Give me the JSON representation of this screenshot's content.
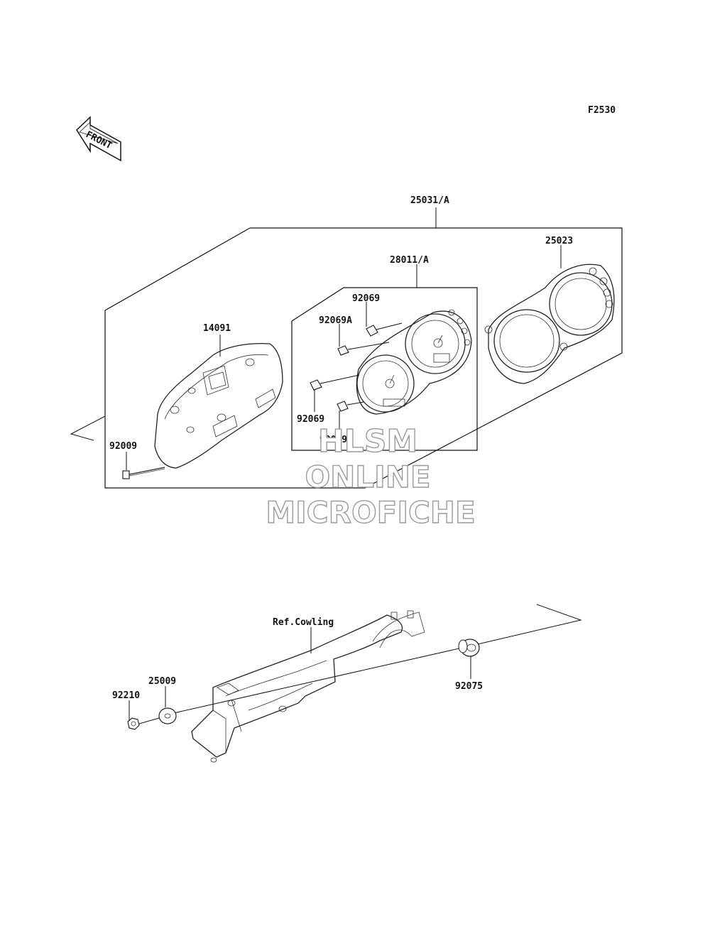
{
  "diagram": {
    "figure_code": "F2530",
    "front_arrow_label": "FRONT",
    "callouts": {
      "assembly": "25031/A",
      "meter_unit": "28011/A",
      "lens_cover": "25023",
      "case": "14091",
      "screw_upper": "92069",
      "screw_a_upper": "92069A",
      "screw_lower": "92069",
      "screw_a_lower": "92069A",
      "bolt": "92009",
      "cowling_ref": "Ref.Cowling",
      "washer": "25009",
      "nut": "92210",
      "grommet": "92075"
    }
  },
  "watermark": {
    "line1": "HLSM",
    "line2": "ONLINE",
    "line3": "MICROFICHE"
  }
}
